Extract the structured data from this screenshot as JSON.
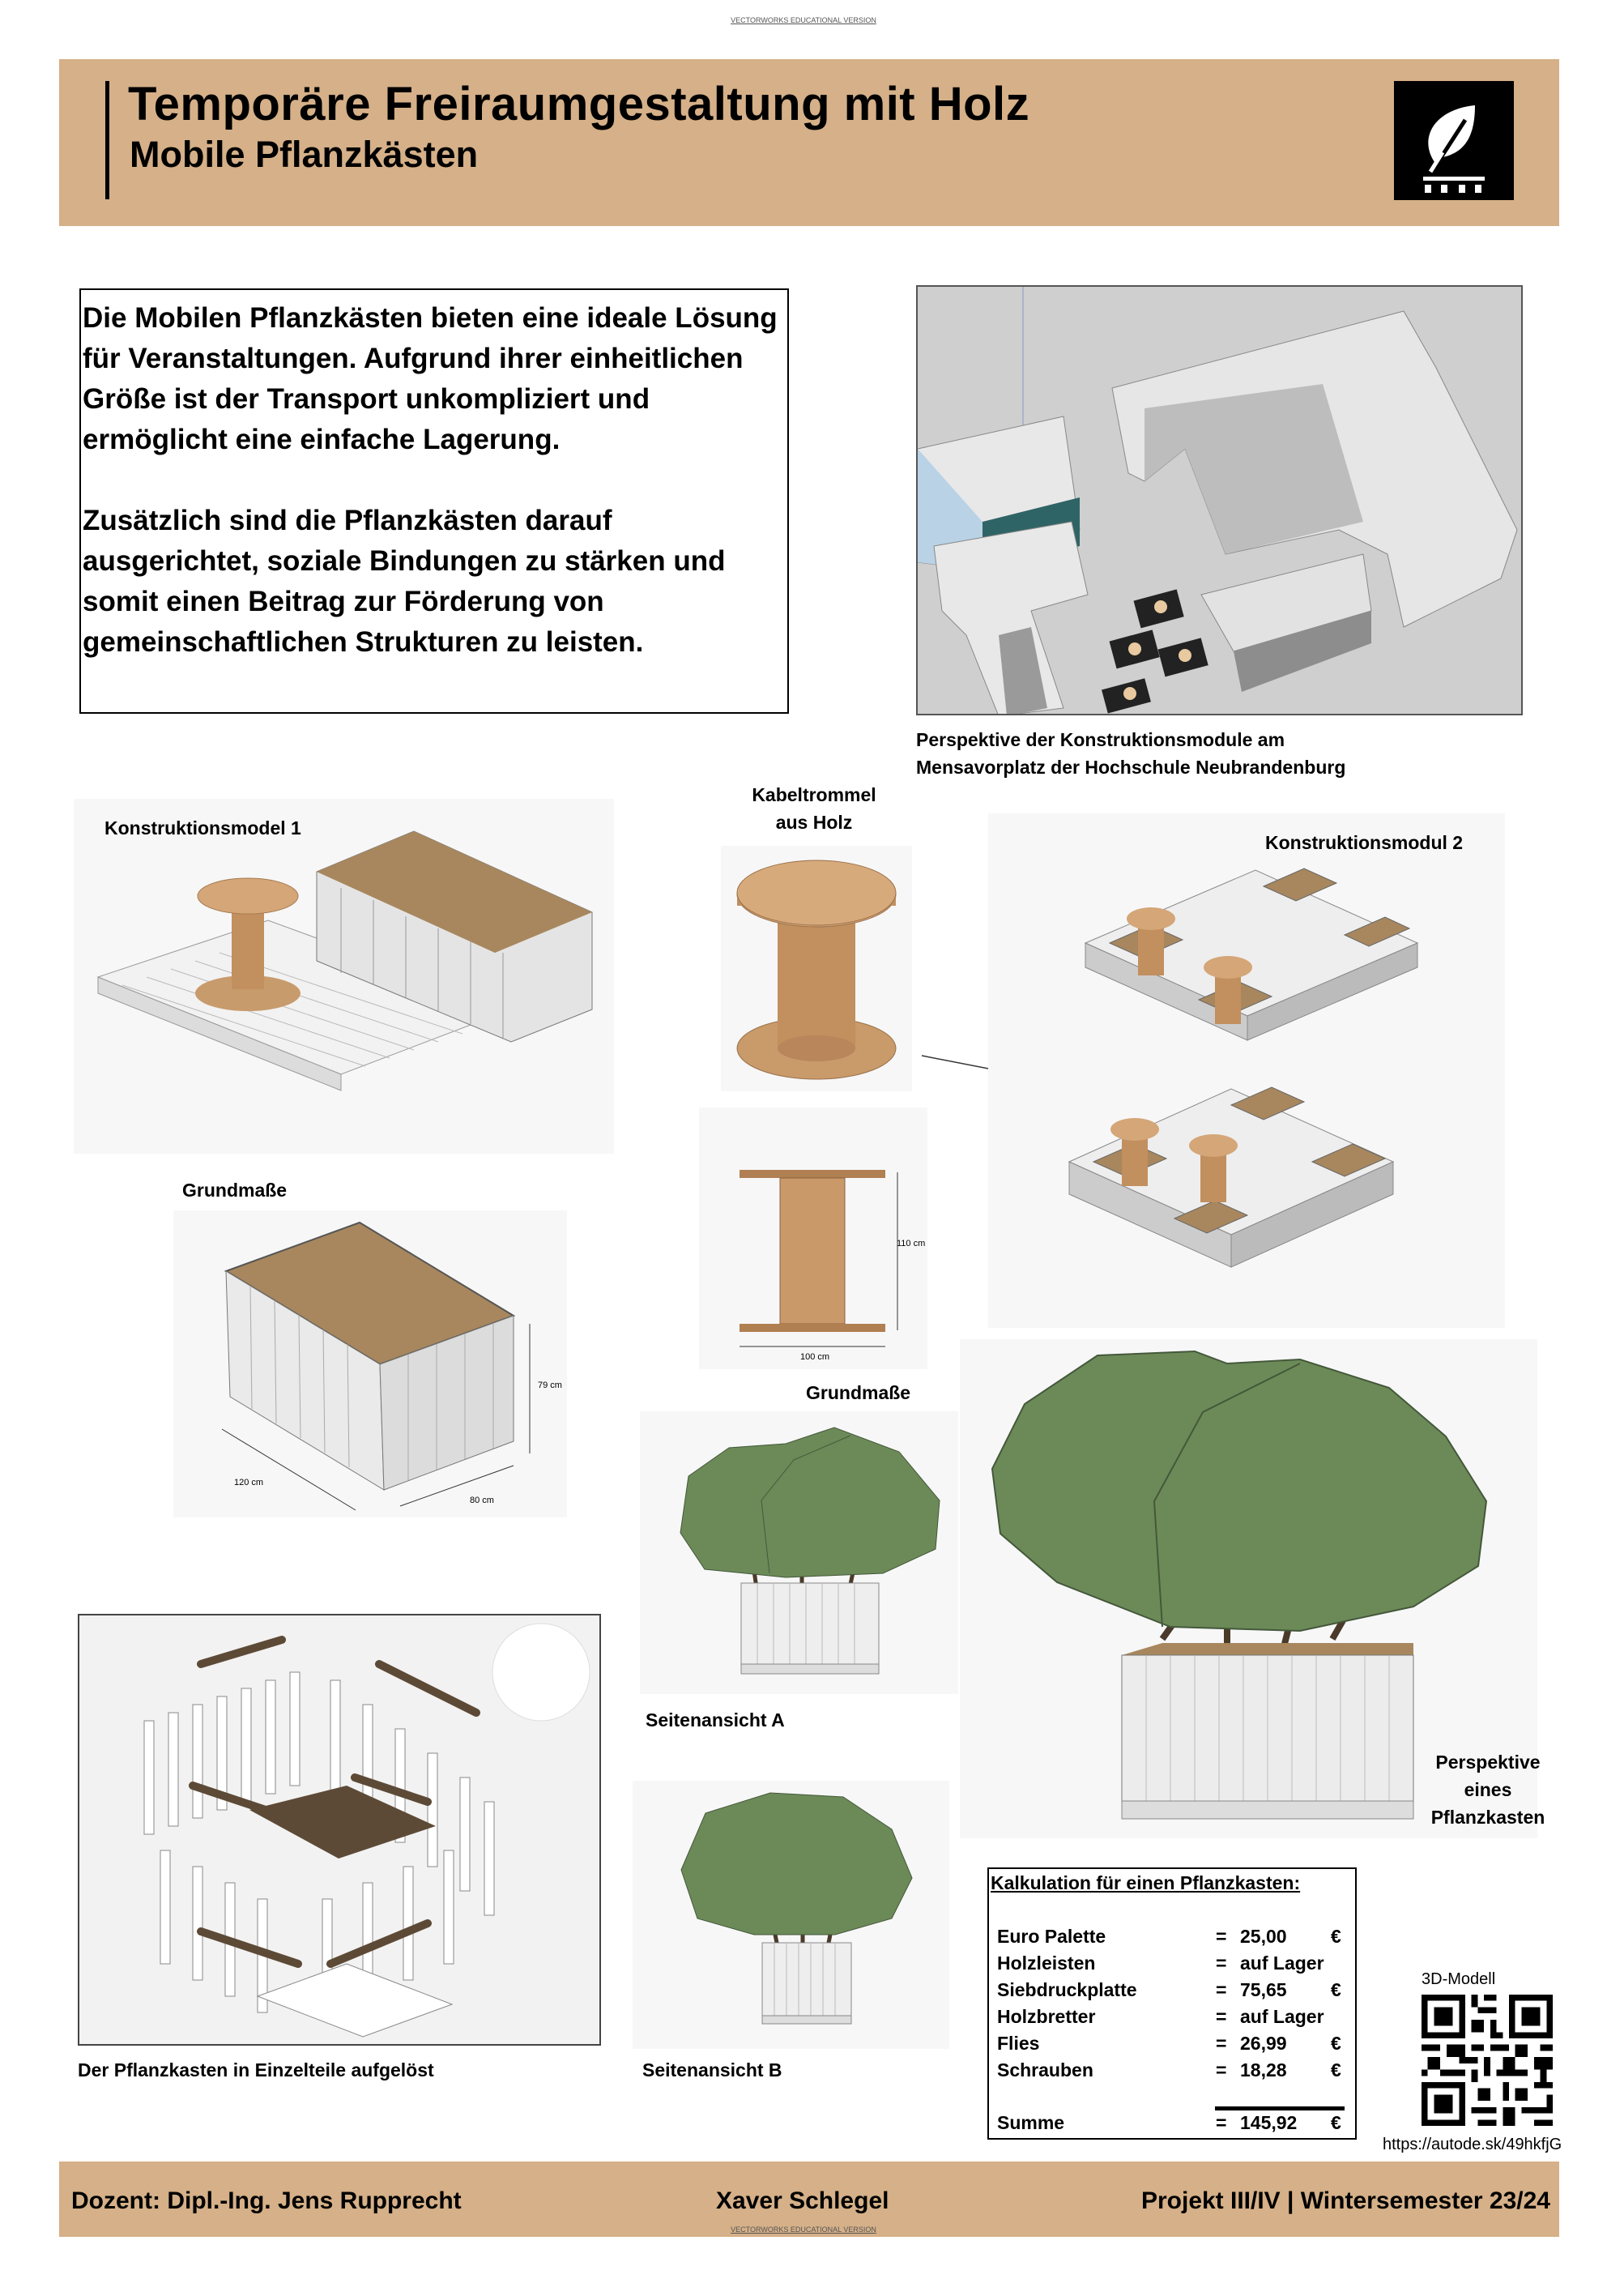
{
  "watermark": "VECTORWORKS EDUCATIONAL VERSION",
  "header": {
    "title": "Temporäre Freiraumgestaltung mit Holz",
    "subtitle": "Mobile Pflanzkästen",
    "logo_icon": "leaf-pallet-icon",
    "band_color": "#d5b088"
  },
  "intro": {
    "paragraphs": [
      "Die Mobilen Pflanzkästen bieten eine ideale Lösung für Veranstaltungen. Aufgrund ihrer einheitlichen Größe ist der Transport unkompliziert und ermöglicht eine einfache Lagerung.",
      "Zusätzlich sind die Pflanzkästen darauf ausgerichtet, soziale Bindungen zu stärken und somit einen Beitrag zur Förderung von gemeinschaftlichen Strukturen zu leisten."
    ]
  },
  "aerial": {
    "caption_line1": "Perspektive der Konstruktionsmodule am",
    "caption_line2": "Mensavorplatz der Hochschule Neubrandenburg"
  },
  "module1": {
    "label": "Konstruktionsmodel 1"
  },
  "spool": {
    "label_line1": "Kabeltrommel",
    "label_line2": "aus Holz",
    "height_dim": "110 cm",
    "width_dim": "100 cm"
  },
  "module2": {
    "label": "Konstruktionsmodul 2"
  },
  "planter_dims": {
    "label": "Grundmaße",
    "length": "120 cm",
    "width": "80 cm",
    "height": "79 cm"
  },
  "spool_dims": {
    "label": "Grundmaße"
  },
  "side_a": {
    "label": "Seitenansicht A"
  },
  "side_b": {
    "label": "Seitenansicht B"
  },
  "perspective": {
    "line1": "Perspektive",
    "line2": "eines",
    "line3": "Pflanzkasten"
  },
  "exploded": {
    "label": "Der Pflanzkasten in Einzelteile aufgelöst"
  },
  "calculation": {
    "title": "Kalkulation für einen Pflanzkasten:",
    "rows": [
      {
        "item": "Euro Palette",
        "eq": "=",
        "value": "25,00",
        "currency": "€"
      },
      {
        "item": "Holzleisten",
        "eq": "=",
        "value": "auf Lager",
        "currency": ""
      },
      {
        "item": "Siebdruckplatte",
        "eq": "=",
        "value": "75,65",
        "currency": "€"
      },
      {
        "item": "Holzbretter",
        "eq": "=",
        "value": "auf Lager",
        "currency": ""
      },
      {
        "item": "Flies",
        "eq": "=",
        "value": "26,99",
        "currency": "€"
      },
      {
        "item": "Schrauben",
        "eq": "=",
        "value": "18,28",
        "currency": "€"
      }
    ],
    "total": {
      "item": "Summe",
      "eq": "=",
      "value": "145,92",
      "currency": "€"
    }
  },
  "qr": {
    "label": "3D-Modell",
    "url": "https://autode.sk/49hkfjG"
  },
  "footer": {
    "lecturer": "Dozent: Dipl.-Ing. Jens Rupprecht",
    "author": "Xaver Schlegel",
    "project": "Projekt III/IV | Wintersemester 23/24"
  }
}
